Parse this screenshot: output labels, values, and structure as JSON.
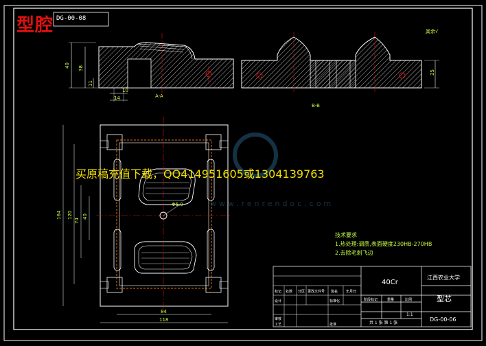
{
  "drawing": {
    "title_big": "型腔",
    "code_top": "DG-00-08",
    "surface_note": "其余√",
    "section_label_1": "A-A",
    "section_label_2": "B-B",
    "watermark": "买原稿充值下载，QQ414951605或1304139763",
    "site_watermark": "www.renrendoc.com",
    "dims": {
      "left_h": "40",
      "left_h2": "38",
      "left_h3": "11",
      "d10": "10",
      "d14": "14",
      "right_h": "25",
      "w164": "164",
      "w120": "120",
      "w74": "74",
      "w40": "40",
      "w84": "84",
      "w118": "118",
      "dia": "Φ5.0"
    },
    "tech_requirements": {
      "title": "技术要求",
      "items": [
        "1.热处理:调质,表面硬度230HB-270HB",
        "2.去除毛刺飞边"
      ]
    },
    "title_block": {
      "material": "40Cr",
      "school": "江西农业大学",
      "part_name": "型芯",
      "drawing_no": "DG-00-06",
      "scale_label": "比例",
      "scale": "1:1",
      "weight_label": "重量",
      "stage_label": "阶段标记",
      "sheet": "共 1 张  第 1 张",
      "rows": [
        "标记",
        "处数",
        "分区",
        "更改文件号",
        "签名",
        "年月日"
      ],
      "roles": [
        "设计",
        "审核",
        "工艺"
      ],
      "std": "标准化",
      "approve": "批准"
    }
  }
}
